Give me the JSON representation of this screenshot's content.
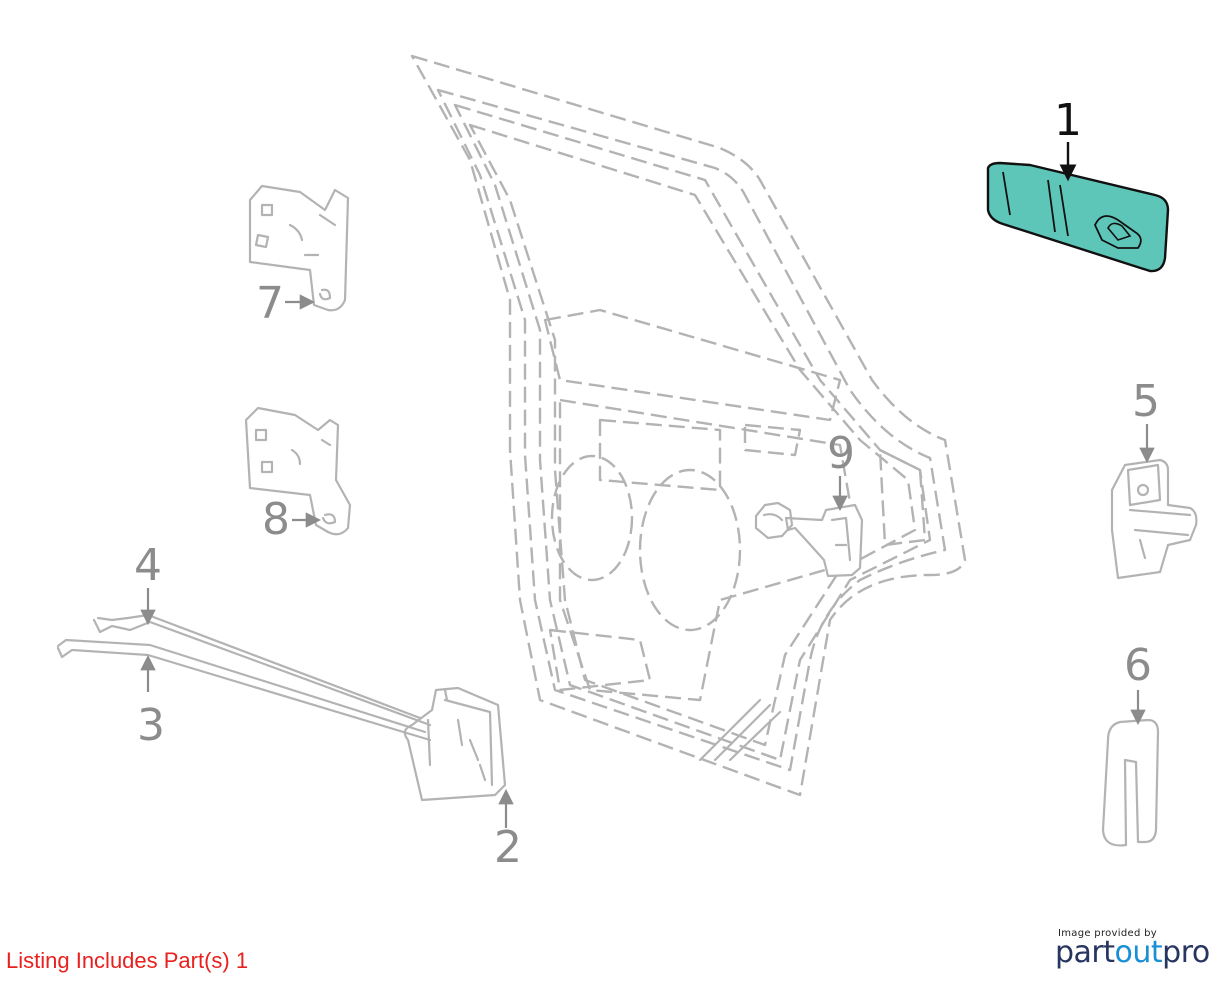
{
  "diagram": {
    "callouts": [
      "1",
      "2",
      "3",
      "4",
      "5",
      "6",
      "7",
      "8",
      "9"
    ],
    "highlighted_part": "1",
    "highlight_color": "#5ec6b8"
  },
  "footer": {
    "listing_note": "Listing Includes Part(s) 1",
    "listing_note_color": "#e8201e",
    "credit_small": "Image provided by",
    "brand_part1": "part",
    "brand_part2": "out",
    "brand_part3": "pro"
  }
}
